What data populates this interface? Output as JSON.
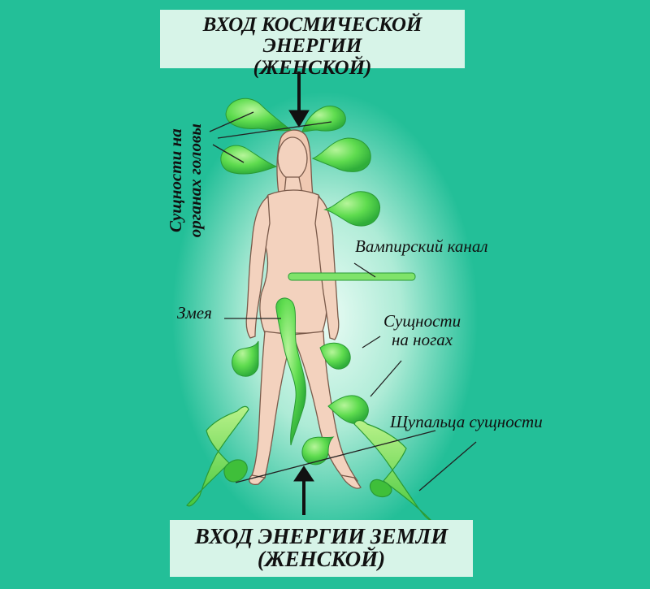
{
  "top_title": {
    "line1": "ВХОД КОСМИЧЕСКОЙ ЭНЕРГИИ",
    "line2": "(ЖЕНСКОЙ)"
  },
  "bottom_title": {
    "line1": "ВХОД ЭНЕРГИИ ЗЕМЛИ",
    "line2": "(ЖЕНСКОЙ)"
  },
  "labels": {
    "head_entities_line1": "Сущности на",
    "head_entities_line2": "органах головы",
    "vampire_channel": "Вампирский канал",
    "snake": "Змея",
    "leg_entities_line1": "Сущности",
    "leg_entities_line2": "на ногах",
    "tentacles": "Щупальца сущности"
  },
  "colors": {
    "background": "#23bf98",
    "title_box": "#d7f4e8",
    "entity_green": "#5fdc4f",
    "body_skin": "#f3d2be"
  }
}
